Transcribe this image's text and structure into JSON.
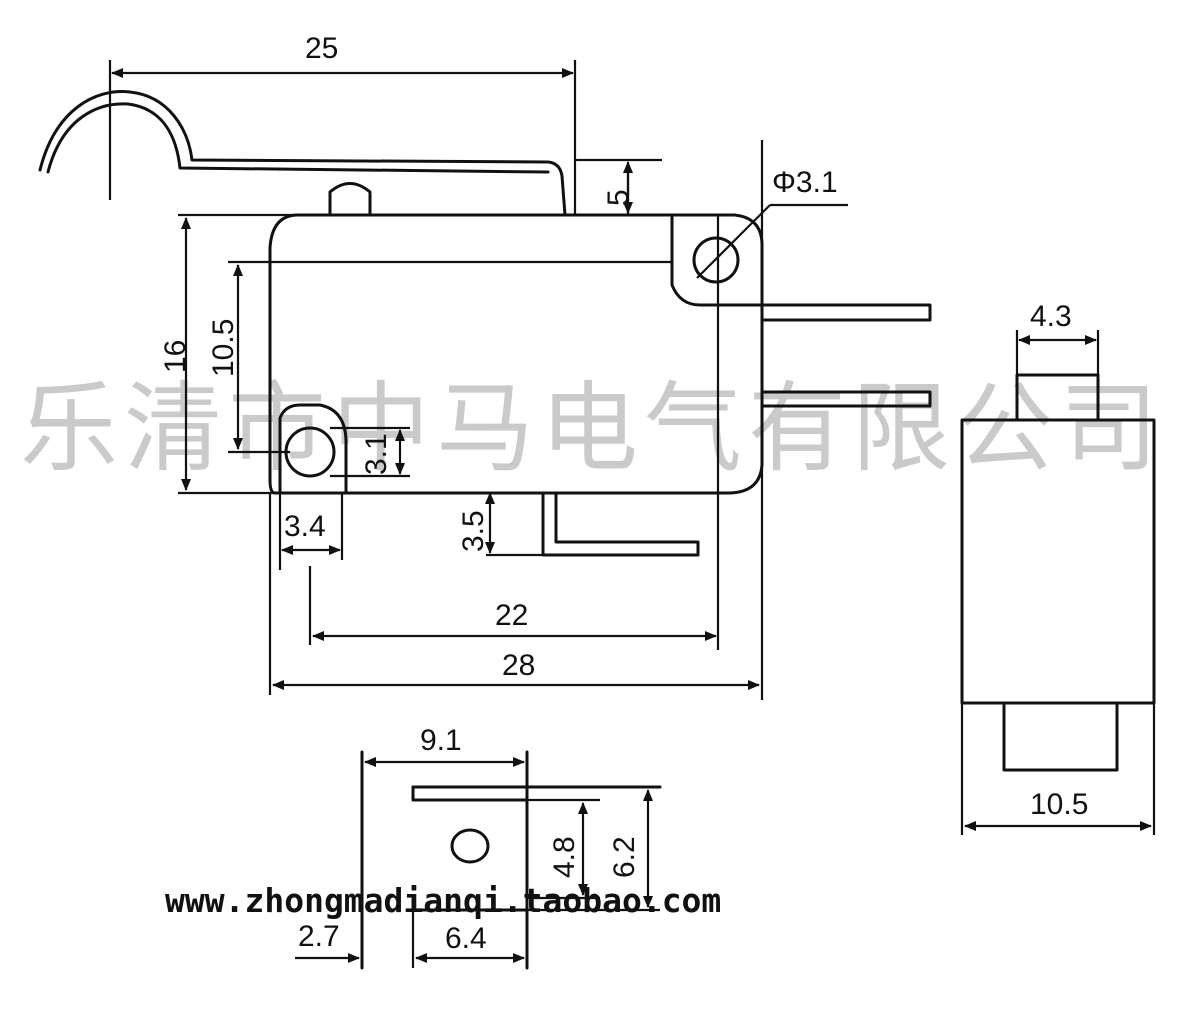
{
  "watermark": "乐清市中马电气有限公司",
  "url": "www.zhongmadianqi.taobao.com",
  "dimensions": {
    "lever_reach": "25",
    "lever_height": "5",
    "hole_diameter": "Φ3.1",
    "body_height": "16",
    "hole_spacing_v": "10.5",
    "hole_size": "3.1",
    "hole_offset": "3.4",
    "terminal_drop": "3.5",
    "hole_spacing_h": "22",
    "body_length": "28",
    "side_top_width": "4.3",
    "side_width": "10.5",
    "terminal_width": "9.1",
    "terminal_hole_h": "4.8",
    "terminal_height": "6.2",
    "terminal_offset": "2.7",
    "terminal_tab": "6.4"
  }
}
